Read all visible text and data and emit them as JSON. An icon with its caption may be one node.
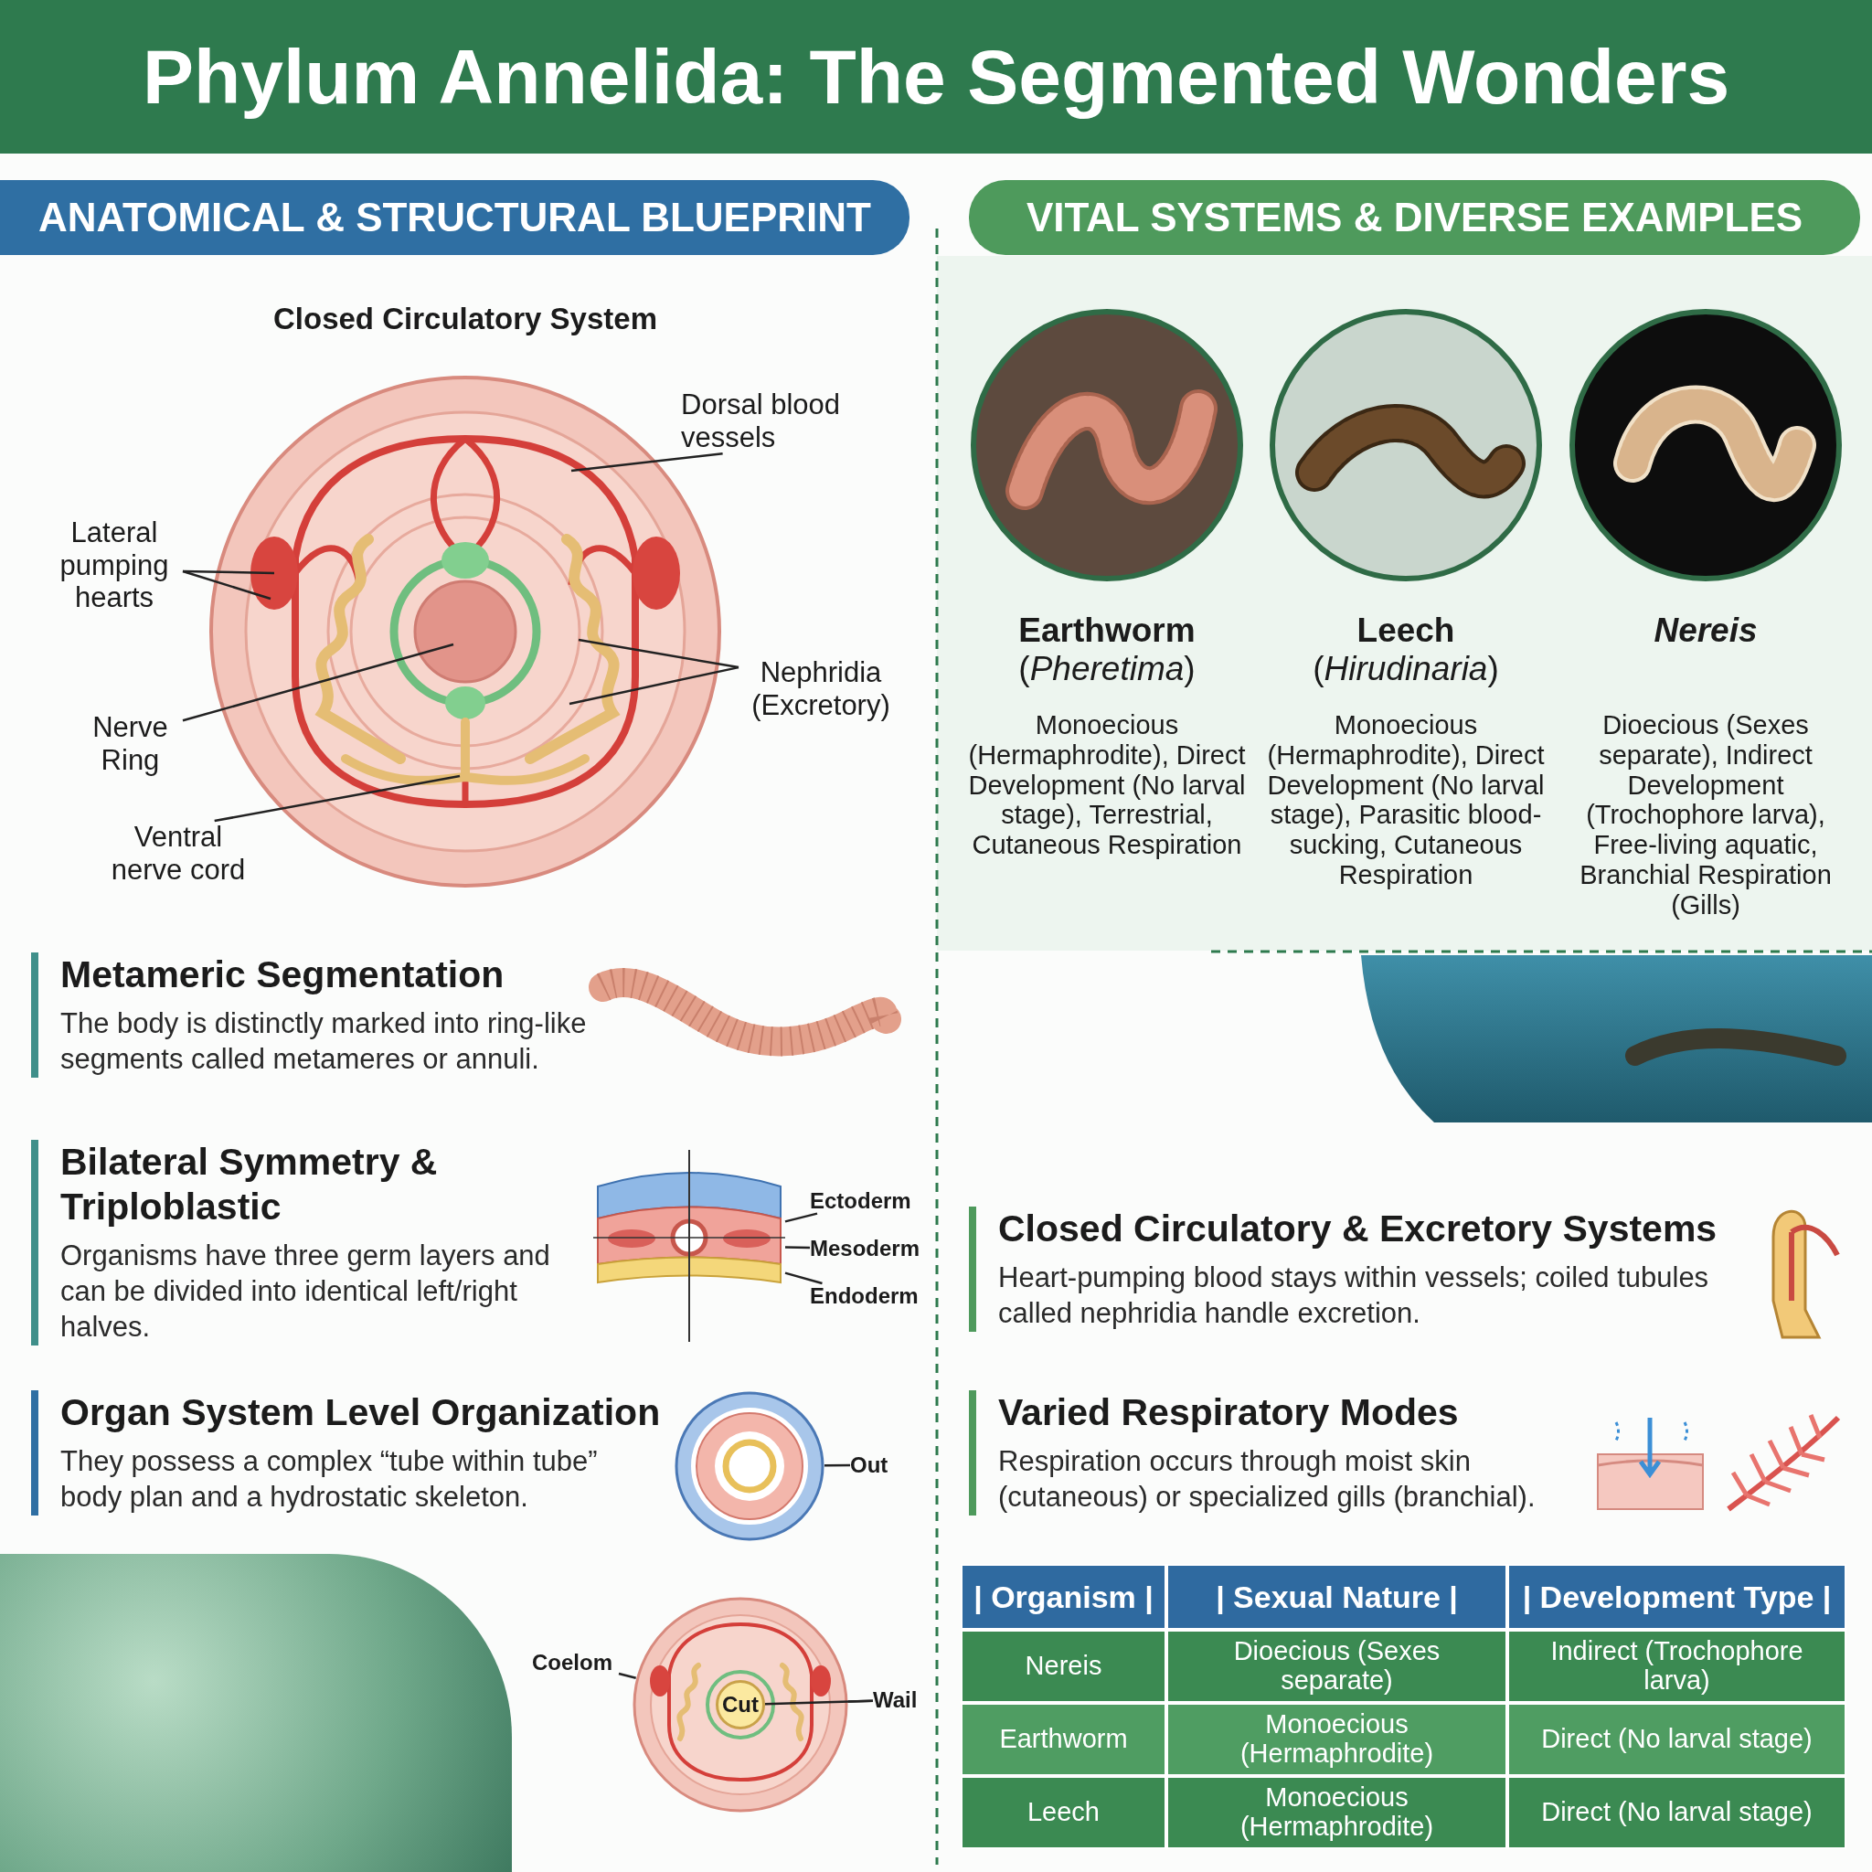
{
  "diagram": {
    "title": "Phylum Annelida: The Segmented Wonders",
    "nodes": [
      {
        "text": [
          "ANATOMICAL & STRUCTURAL BLUEPRINT"
        ]
      },
      {
        "text": [
          "VITAL SYSTEMS & DIVERSE EXAMPLES"
        ]
      },
      {
        "text": [
          "Closed Circulatory System"
        ]
      },
      {
        "text": [
          "Dorsal blood vessels"
        ]
      },
      {
        "text": [
          "Lateral pumping hearts"
        ]
      },
      {
        "text": [
          "Nerve Ring"
        ]
      },
      {
        "text": [
          "Ventral nerve cord"
        ]
      },
      {
        "text": [
          "Nephridia (Excretory)"
        ]
      },
      {
        "text": [
          "Earthworm",
          "(*Pheretima*)",
          "Monoecious (Hermaphrodite), Direct Development (No larval stage), Terrestrial, Cutaneous Respiration"
        ]
      },
      {
        "text": [
          "Leech",
          "(*Hirudinaria*)",
          "Monoecious (Hermaphrodite), Direct Development (No larval stage), Parasitic blood-sucking, Cutaneous Respiration"
        ]
      },
      {
        "text": [
          "Nereis",
          "Dioecious (Sexes separate), Indirect Development (Trochophore larva), Free-living aquatic, Branchial Respiration (Gills)"
        ]
      },
      {
        "text": [
          "Metameric Segmentation",
          "The body is distinctly marked into ring-like segments called metameres or annuli."
        ]
      },
      {
        "text": [
          "Bilateral Symmetry & Triploblastic",
          "Organisms have three germ layers and can be divided into identical left/right halves."
        ]
      },
      {
        "text": [],
        "shape": "picture"
      },
      {
        "text": [
          "Ectoderm"
        ]
      },
      {
        "text": [
          "Mesoderm"
        ]
      },
      {
        "text": [
          "Endoderm"
        ]
      },
      {
        "text": [
          "Organ System Level Organization",
          "They possess a complex “tube within tube” body plan and a hydrostatic skeleton."
        ]
      },
      {
        "text": [],
        "shape": "picture"
      },
      {
        "text": [
          "Out"
        ]
      },
      {
        "text": [],
        "shape": "picture"
      },
      {
        "text": [
          "Coelom"
        ]
      },
      {
        "text": [
          "Cut"
        ],
        "in": 20
      },
      {
        "text": [
          "Wail"
        ]
      },
      {
        "text": [
          "Closed Circulatory & Excretory Systems",
          "Heart-pumping blood stays within vessels; coiled tubules called nephridia handle excretion."
        ]
      },
      {
        "text": [
          "Varied Respiratory Modes",
          "Respiration occurs through moist skin (cutaneous) or specialized gills (branchial)."
        ]
      }
    ],
    "edges": [
      {
        "from": 3,
        "to": 2,
        "arrow": "none"
      },
      {
        "from": 4,
        "to": 2,
        "arrow": "none"
      },
      {
        "from": 4,
        "to": 2,
        "arrow": "none"
      },
      {
        "from": 5,
        "to": 2,
        "arrow": "none"
      },
      {
        "from": 6,
        "to": 2,
        "arrow": "none"
      },
      {
        "from": 7,
        "to": 2,
        "arrow": "none"
      },
      {
        "from": 7,
        "to": 2,
        "arrow": "none"
      },
      {
        "from": 14,
        "to": 13,
        "arrow": "none"
      },
      {
        "from": 15,
        "to": 13,
        "arrow": "none"
      },
      {
        "from": 16,
        "to": 13,
        "arrow": "none"
      },
      {
        "from": 19,
        "to": 18,
        "arrow": "none"
      },
      {
        "from": 21,
        "to": 20,
        "arrow": "none"
      },
      {
        "from": 23,
        "to": 22,
        "arrow": "none"
      },
      {
        "from": 23,
        "to": 20,
        "arrow": "none"
      }
    ],
    "labels": [
      "| Organism |",
      "| Sexual Nature |",
      "| Development Type |",
      "Nereis",
      "Dioecious (Sexes separate)",
      "Indirect (Trochophore larva)",
      "Earthworm",
      "Monoecious (Hermaphrodite)",
      "Direct (No larval stage)",
      "Leech",
      "Monoecious (Hermaphrodite)",
      "Direct (No larval stage)"
    ]
  }
}
